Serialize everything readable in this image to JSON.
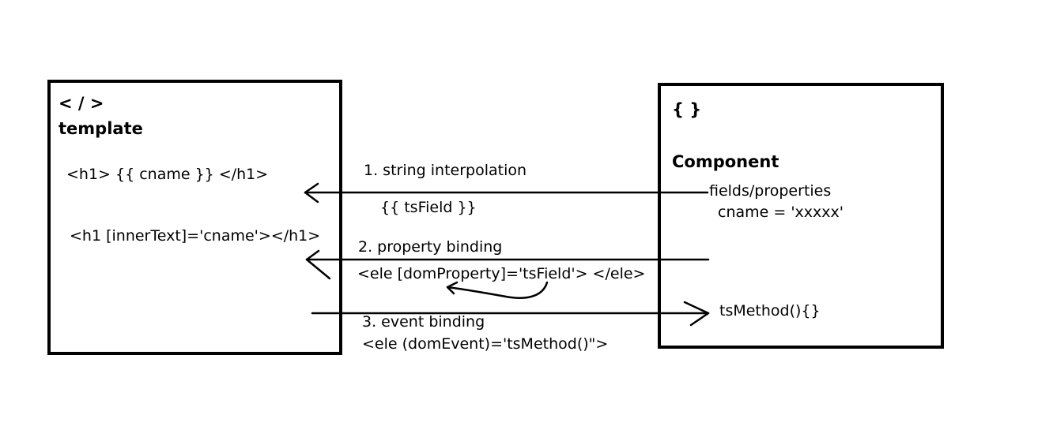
{
  "template": {
    "icon": "< / >",
    "title": "template",
    "line1": "<h1> {{ cname }} </h1>",
    "line2": "<h1 [innerText]='cname'></h1>"
  },
  "component": {
    "icon": "{ }",
    "title": "Component",
    "fields": "fields/properties",
    "cname": "cname = 'xxxxx'",
    "method": "tsMethod(){}"
  },
  "bindings": [
    {
      "label": "1. string interpolation",
      "code": "{{ tsField }}"
    },
    {
      "label": "2. property binding",
      "code": "<ele [domProperty]='tsField'> </ele>"
    },
    {
      "label": "3. event binding",
      "code": "<ele (domEvent)='tsMethod()\">"
    }
  ]
}
